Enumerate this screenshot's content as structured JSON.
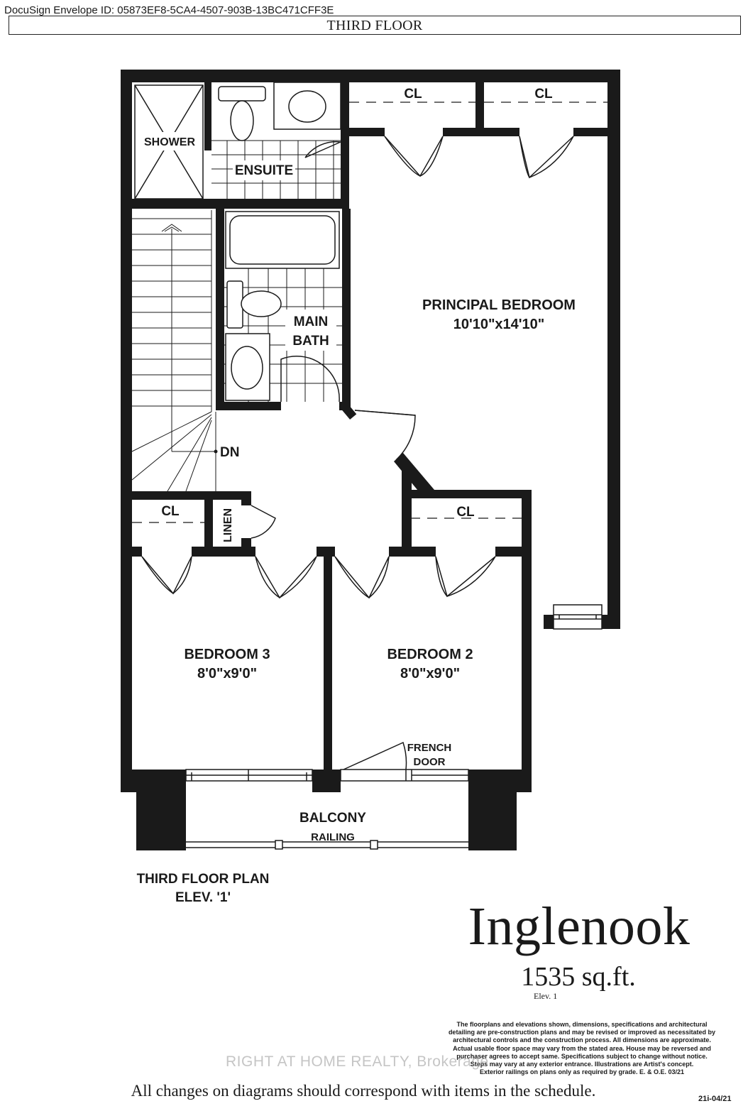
{
  "header": {
    "envelope_id": "DocuSign Envelope ID: 05873EF8-5CA4-4507-903B-13BC471CFF3E",
    "floor_title": "THIRD FLOOR"
  },
  "plan": {
    "rooms": {
      "shower": "SHOWER",
      "ensuite": "ENSUITE",
      "closet": "CL",
      "principal_bedroom": "PRINCIPAL BEDROOM",
      "principal_size": "10'10\"x14'10\"",
      "main_bath_line1": "MAIN",
      "main_bath_line2": "BATH",
      "down": "DN",
      "linen": "LINEN",
      "bedroom3": "BEDROOM 3",
      "bedroom3_size": "8'0\"x9'0\"",
      "bedroom2": "BEDROOM 2",
      "bedroom2_size": "8'0\"x9'0\"",
      "french_door_line1": "FRENCH",
      "french_door_line2": "DOOR",
      "balcony": "BALCONY",
      "railing": "RAILING"
    },
    "caption_line1": "THIRD FLOOR PLAN",
    "caption_line2": "ELEV. '1'"
  },
  "model": {
    "name": "Inglenook",
    "area": "1535 sq.ft.",
    "elevation": "Elev. 1"
  },
  "disclaimer": [
    "The floorplans and elevations shown, dimensions, specifications and architectural",
    "detailing are pre-construction plans and may be revised or improved as necessitated by",
    "architectural controls and the construction process. All dimensions are approximate.",
    "Actual usable floor space may vary from the stated area. House may be reversed and",
    "purchaser agrees to accept same. Specifications subject to change without notice.",
    "Steps may vary at any exterior entrance. Illustrations are Artist's concept.",
    "Exterior railings on plans only as required by grade. E. & O.E. 03/21"
  ],
  "watermark": "RIGHT AT HOME REALTY, Brokerage",
  "doc_code": "21i-04/21",
  "footer": "All changes on diagrams should correspond with items in the schedule."
}
